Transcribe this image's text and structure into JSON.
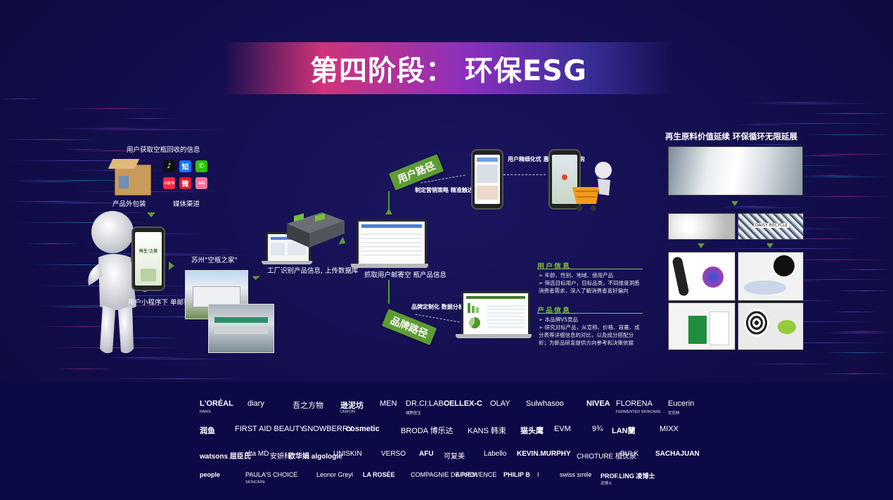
{
  "title": "第四阶段： 环保ESG",
  "left_flow": {
    "top_label": "用户获取空瓶回收的信息",
    "package_label": "产品外包装",
    "media_label": "媒体渠道",
    "media_icons": [
      {
        "name": "douyin-icon",
        "glyph": "♪",
        "color": "#111111"
      },
      {
        "name": "zhihu-icon",
        "glyph": "知",
        "color": "#1772f6"
      },
      {
        "name": "wechat-icon",
        "glyph": "✆",
        "color": "#2dc100"
      },
      {
        "name": "xiaohongshu-icon",
        "glyph": "小红书",
        "color": "#ff2442"
      },
      {
        "name": "weibo-icon",
        "glyph": "微",
        "color": "#e6162d"
      },
      {
        "name": "bilibili-icon",
        "glyph": "bili",
        "color": "#fb7299"
      }
    ],
    "phone_screen_text": "再生·之美",
    "user_mail_label": "用户小程序下\n单邮寄空瓶",
    "factory_label": "苏州\"空瓶之家\"",
    "upload_label": "工厂识别产品信息,\n上传数据库",
    "capture_label": "抓取用户邮寄空\n瓶产品信息"
  },
  "user_path": {
    "ribbon": "用户路径",
    "strategy_label": "制定营销策略\n精准触达用户",
    "push_label": "用户精细化优\n惠推送引导复\n购"
  },
  "brand_path": {
    "ribbon": "品牌路径",
    "analysis_label": "品牌定制化\n数据分析"
  },
  "user_info": {
    "heading": "用户信息",
    "bullets": [
      "年龄、性别、地域、使用产品",
      "筛选目标用户，目标品类，不同维度洞悉",
      "消费者需求，深入了解消费者喜好偏向"
    ]
  },
  "product_info": {
    "heading": "产品信息",
    "bullets": [
      "本品牌VS竞品",
      "研究对标产品，从宣称、价格、容量、成",
      "分表等详细信息的对比，以及成分搭配分",
      "析；为新品研发提供方向参考和决策依据"
    ]
  },
  "recycle": {
    "title": "再生原料价值延续 环保循环无限延展",
    "tile_text": "DAISY RECYCLE"
  },
  "brands": {
    "row1": [
      "L'ORÉAL",
      "diary",
      "吾之方物",
      "逊泥坊",
      "MEN",
      "DR.CI:LABO",
      "CELLEX-C",
      "OLAY",
      "Sulwhasoo",
      "NIVEA",
      "FLORENA",
      "Eucerin"
    ],
    "row1_sub": [
      "PARIS",
      "",
      "",
      "UNIFON",
      "",
      "城野医生",
      "",
      "",
      "",
      "",
      "FERMENTED SKINCARE",
      "优色林"
    ],
    "row2": [
      "润鱼",
      "FIRST AID BEAUTY",
      "SNOWBERRY",
      "cosmetic",
      "BRODA 博乐达",
      "KANS 韩束",
      "猫头鹰",
      "EVM",
      "9¾",
      "LAN蘭",
      "MIXX"
    ],
    "row3": [
      "watsons 屈臣氏",
      "elta MD",
      "安妍科",
      "欧华娟 algologie",
      "UNISKIN",
      "VERSO",
      "AFU",
      "可复美",
      "Labello",
      "KEVIN.MURPHY",
      "CHIOTURE 植优泉",
      "BULK",
      "SACHAJUAN"
    ],
    "row4": [
      "people",
      "PAULA'S CHOICE",
      "Leonor Greyl",
      "LA ROSÉE",
      "COMPAGNIE DE PROVENCE",
      "APoEM",
      "PHILIP B",
      "I",
      "swiss smile",
      "PROF.LING 凌博士"
    ],
    "row4_sub": [
      "",
      "SKINCARE",
      "",
      "",
      "",
      "",
      "",
      "",
      "",
      "凌博士"
    ]
  },
  "colors": {
    "background": "#120d4a",
    "accent_green": "#5d9c33",
    "heading_green": "#7fbf3c",
    "title_pink": "#d2337a",
    "title_purple": "#8a2fbf"
  }
}
